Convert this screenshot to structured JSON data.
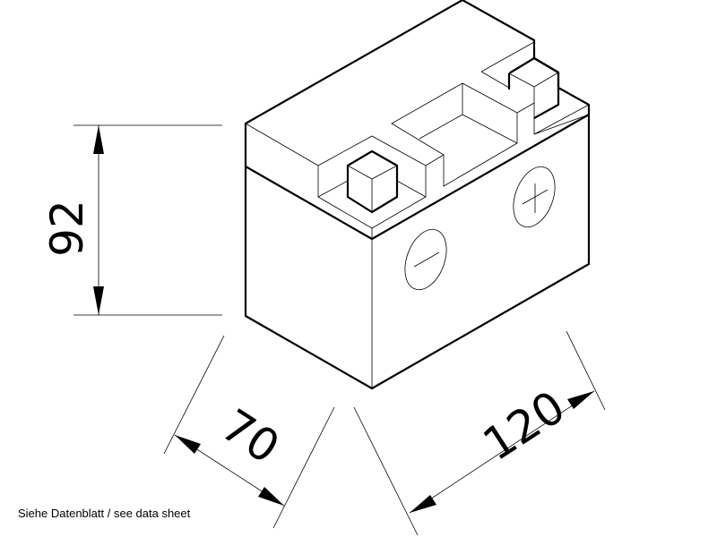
{
  "dimensions": {
    "height": "92",
    "depth": "70",
    "length": "120"
  },
  "terminals": {
    "negative": "−",
    "positive": "+"
  },
  "footnote": "Siehe Datenblatt / see data sheet",
  "colors": {
    "line": "#000000",
    "background": "#ffffff"
  }
}
